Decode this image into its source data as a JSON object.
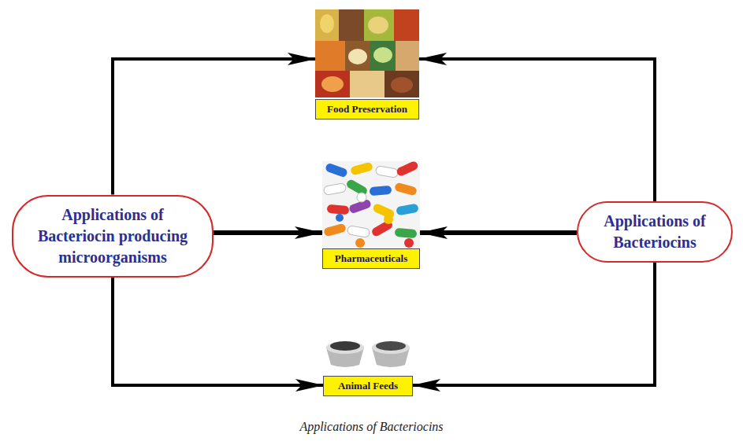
{
  "diagram": {
    "caption": "Applications of Bacteriocins",
    "nodes": [
      {
        "text": [
          "Food Preservation"
        ]
      },
      {
        "text": [
          "Applications of Bacteriocin producing microorganisms"
        ]
      },
      {
        "text": [
          "Pharmaceuticals"
        ]
      },
      {
        "text": [
          "Applications of Bacteriocins"
        ]
      },
      {
        "text": [
          "Animal Feeds"
        ]
      }
    ],
    "edges": [
      {
        "from": 1,
        "to": 0,
        "arrow": "to"
      },
      {
        "from": 1,
        "to": 2,
        "arrow": "to"
      },
      {
        "from": 1,
        "to": 4,
        "arrow": "to"
      },
      {
        "from": 3,
        "to": 0,
        "arrow": "to"
      },
      {
        "from": 3,
        "to": 2,
        "arrow": "to"
      },
      {
        "from": 3,
        "to": 4,
        "arrow": "to"
      }
    ]
  }
}
